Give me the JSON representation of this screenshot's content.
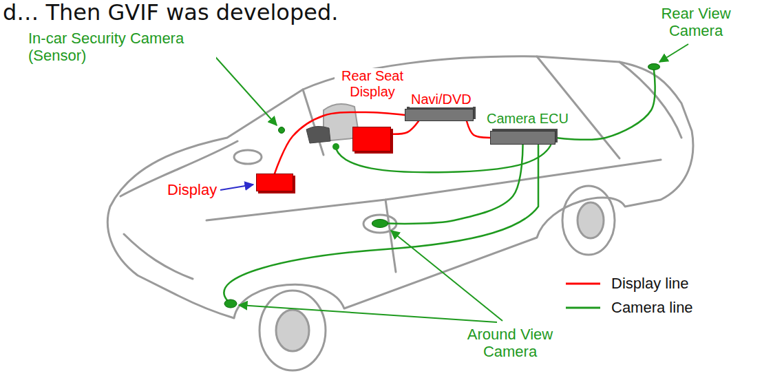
{
  "diagram": {
    "title": "d… Then GVIF was developed.",
    "nodes": [
      {
        "text": [
          "In-car Security Camera (Sensor)"
        ]
      },
      {
        "text": [
          "Rear View Camera"
        ]
      },
      {
        "text": [
          "Rear Seat Display"
        ]
      },
      {
        "text": [
          "Navi/DVD"
        ]
      },
      {
        "text": [
          "Camera ECU"
        ]
      },
      {
        "text": [
          "Display"
        ]
      },
      {
        "text": [
          "Around View Camera"
        ]
      }
    ],
    "edges": [
      {
        "from": 5,
        "to": 3,
        "arrow": "none"
      },
      {
        "from": 2,
        "to": 3,
        "arrow": "none"
      },
      {
        "from": 3,
        "to": 4,
        "arrow": "none"
      },
      {
        "from": 1,
        "to": 4,
        "arrow": "none"
      },
      {
        "from": 6,
        "to": 4,
        "arrow": "none"
      }
    ],
    "legend": [
      {
        "text": "Display line"
      },
      {
        "text": "Camera line"
      }
    ]
  }
}
